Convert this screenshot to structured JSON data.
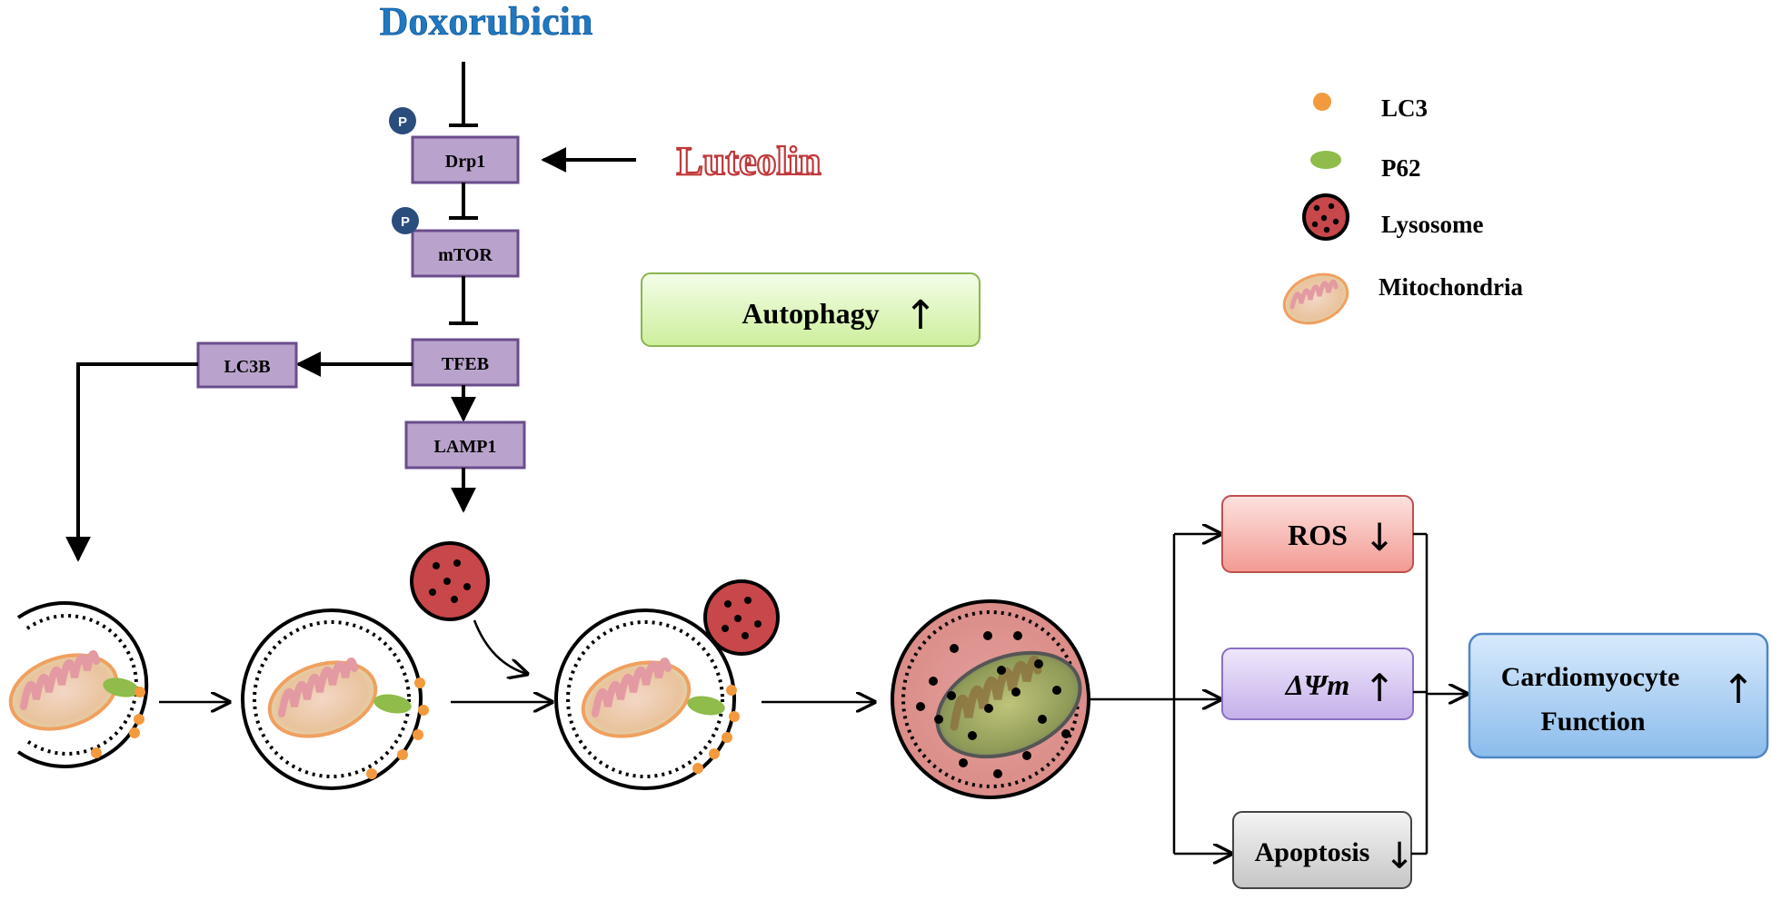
{
  "drugs": {
    "doxorubicin": "Doxorubicin",
    "luteolin": "Luteolin"
  },
  "pathway": {
    "phospho_label": "P",
    "drp1": "Drp1",
    "mtor": "mTOR",
    "tfeb": "TFEB",
    "lc3b": "LC3B",
    "lamp1": "LAMP1"
  },
  "autophagy": {
    "label": "Autophagy",
    "arrow": "↑"
  },
  "legend": {
    "lc3": "LC3",
    "p62": "P62",
    "lysosome": "Lysosome",
    "mitochondria": "Mitochondria"
  },
  "outcomes": {
    "ros": {
      "label": "ROS",
      "arrow": "↓"
    },
    "mmp": {
      "label": "ΔΨm",
      "arrow": "↑"
    },
    "apoptosis": {
      "label": "Apoptosis",
      "arrow": "↓"
    },
    "cardio": {
      "line1": "Cardiomyocyte",
      "line2": "Function",
      "arrow": "↑"
    }
  },
  "colors": {
    "doxorubicin": "#1f78c1",
    "luteolin": "#c0393b",
    "node_fill": "#b9a3cc",
    "node_stroke": "#6a4c8c",
    "phospho": "#2b4d7e",
    "lc3_dot": "#f39a3e",
    "p62": "#8fbc4a",
    "lysosome": "#c7474a",
    "ros_fill": "#f7b5b0",
    "mmp_fill": "#d4c4ef",
    "apoptosis_fill": "#d9d9d9",
    "cardio_fill": "#a8cdf2",
    "autophagy_fill": "#e2f7c4"
  }
}
